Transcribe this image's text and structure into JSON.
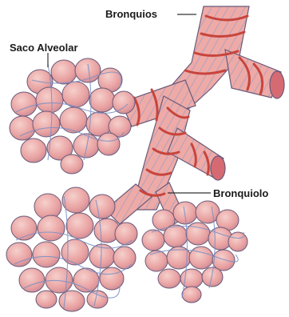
{
  "labels": {
    "bronquios": "Bronquios",
    "saco_alveolar": "Saco Alveolar",
    "bronquiolo": "Bronquiolo"
  },
  "colors": {
    "tissue": "#e8a0a0",
    "tissue_light": "#f2c4c0",
    "vein": "#7a8ec4",
    "band": "#c8443c",
    "lumen": "#d66a72",
    "outline": "#6a5a7a",
    "leader": "#333333"
  }
}
